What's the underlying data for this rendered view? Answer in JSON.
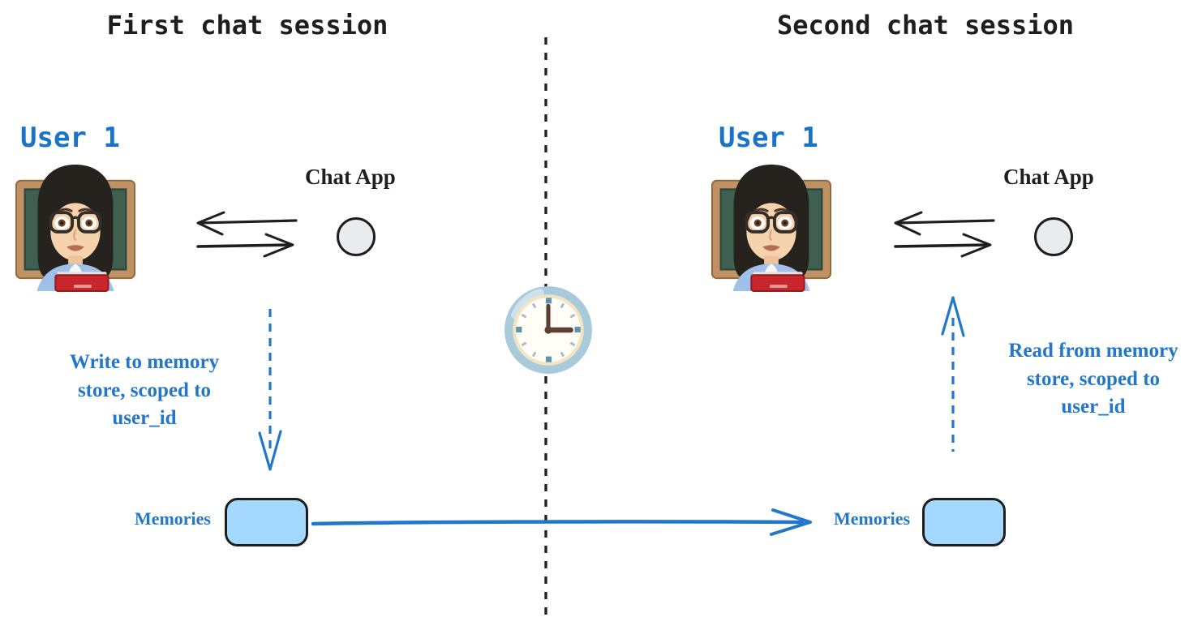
{
  "diagram": {
    "kind": "two-session memory architecture diagram",
    "sessions": [
      {
        "title": "First chat session",
        "user_label": "User 1",
        "app_label": "Chat App",
        "memory_label": "Memories",
        "annotation_lines": [
          "Write to memory",
          "store, scoped to",
          "user_id"
        ],
        "annotation_full": "Write to memory store, scoped to user_id",
        "flow_direction": "write-down-to-memory"
      },
      {
        "title": "Second chat session",
        "user_label": "User 1",
        "app_label": "Chat App",
        "memory_label": "Memories",
        "annotation_lines": [
          "Read from memory",
          "store, scoped to",
          "user_id"
        ],
        "annotation_full": "Read from memory store, scoped to user_id",
        "flow_direction": "read-up-from-memory"
      }
    ],
    "icons": {
      "user": "woman-teacher-emoji",
      "clock": "clock-showing-3-oclock-emoji",
      "app_node": "gray-circle-node"
    },
    "colors": {
      "ink": "#1e1e1e",
      "blue": "#2277ca",
      "user_label_blue": "#1a73c8",
      "memory_box_fill": "#a5d8ff",
      "app_node_fill": "#e9ecef",
      "clock_bezel": "#a9cadb"
    }
  }
}
